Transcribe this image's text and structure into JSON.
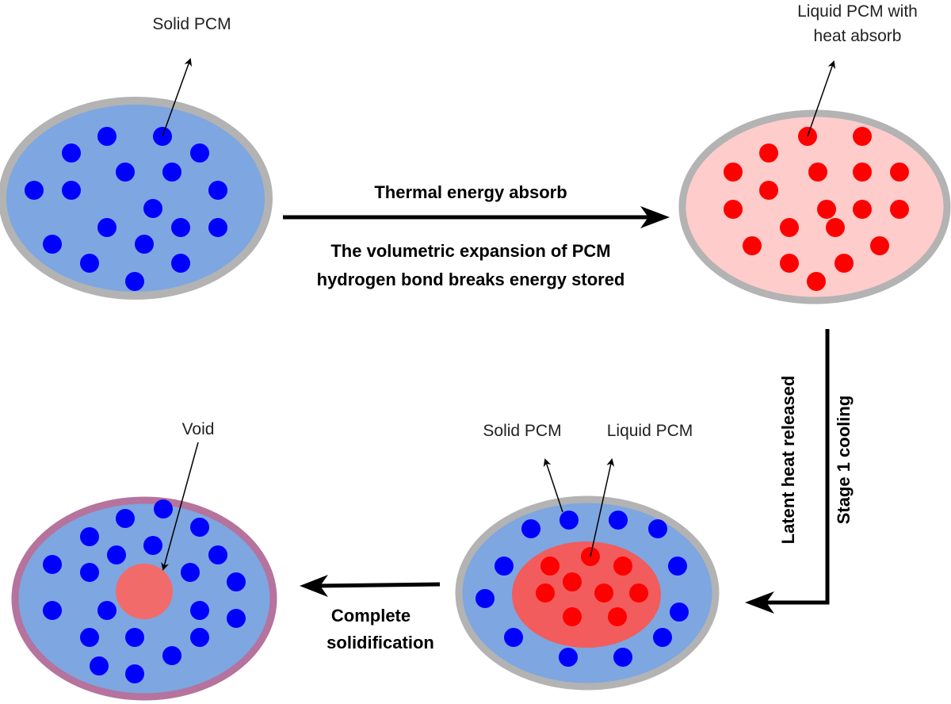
{
  "labels": {
    "solid_pcm_top": "Solid PCM",
    "liquid_pcm_line1": "Liquid PCM with",
    "liquid_pcm_line2": "heat absorb",
    "thermal_energy": "Thermal energy absorb",
    "expansion_line1": "The volumetric expansion of PCM",
    "expansion_line2": "hydrogen bond breaks energy stored",
    "latent_heat": "Latent heat released",
    "stage1": "Stage 1 cooling",
    "solid_pcm_mid": "Solid PCM",
    "liquid_pcm_mid": "Liquid PCM",
    "void": "Void",
    "complete": "Complete",
    "solidification": "solidification"
  },
  "colors": {
    "solid_fill": "#7ea6e0",
    "liquid_fill": "#ffcccc",
    "shell_gray": "#b3b3b3",
    "shell_purple": "#b5739d",
    "particle_blue": "#0000ff",
    "particle_red": "#ff0000",
    "core_red": "#f25c5c",
    "void_red": "#f26b6b"
  }
}
